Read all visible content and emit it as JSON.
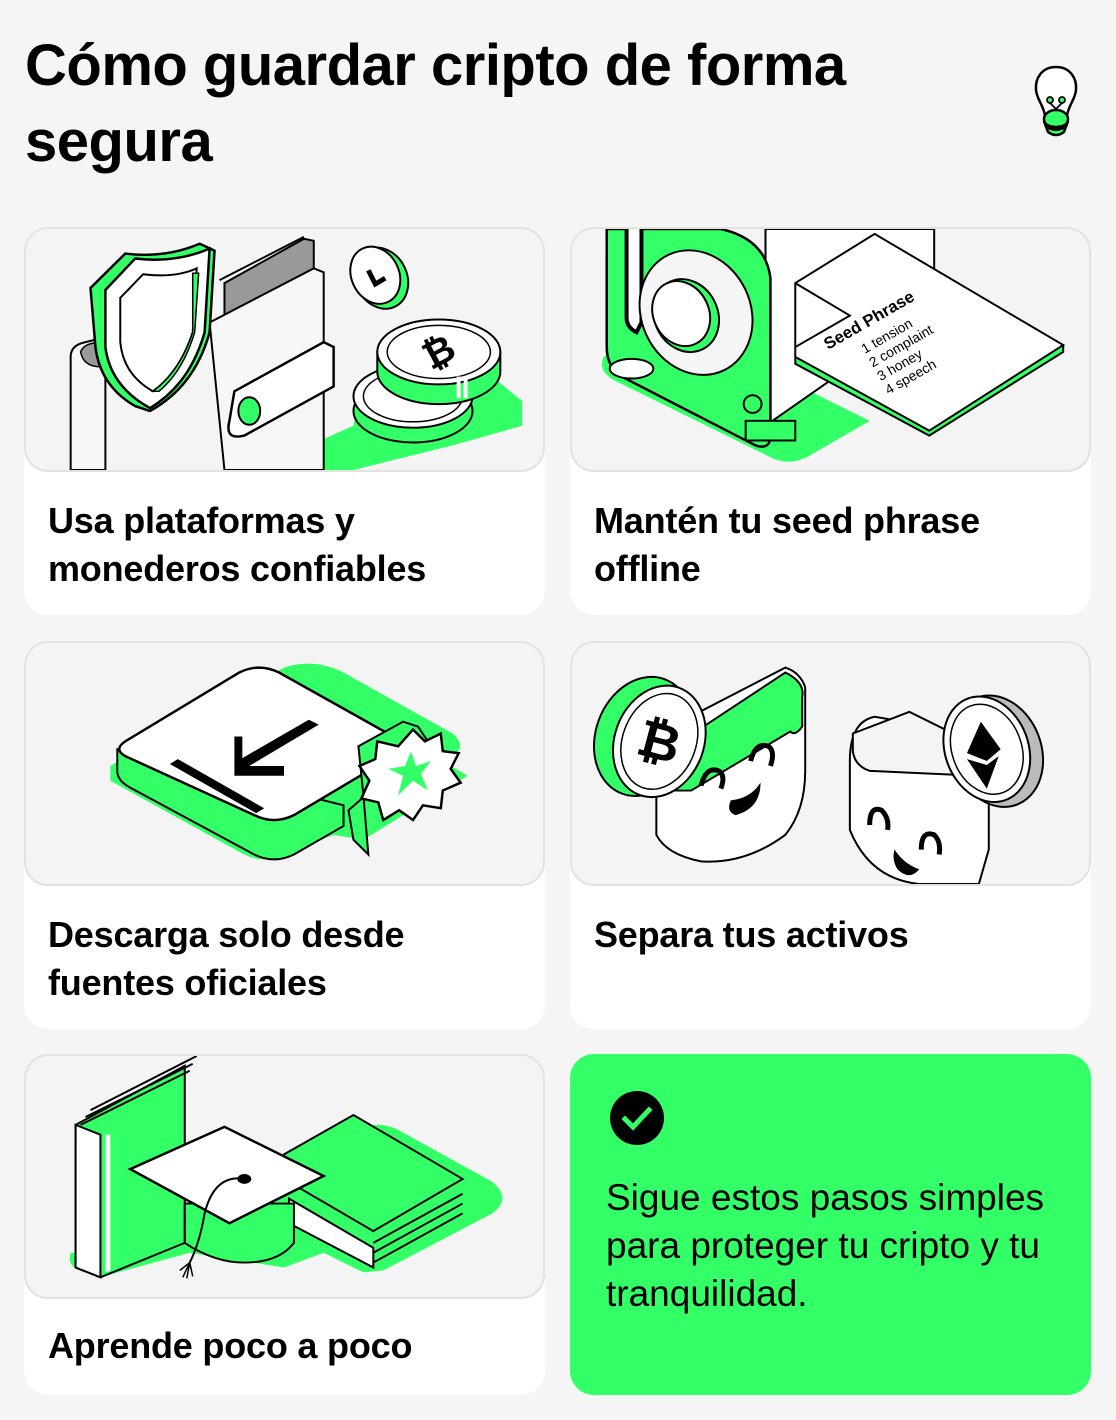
{
  "header": {
    "title": "Cómo guardar cripto de forma segura",
    "logo_icon": "lightbulb-icon"
  },
  "colors": {
    "accent_green": "#33ff66",
    "background": "#f5f5f5",
    "card": "#ffffff",
    "panel": "#f4f4f4",
    "text": "#000000"
  },
  "cards": [
    {
      "label": "Usa plataformas y monederos confiables",
      "illustration": "wallet-shield-bitcoin-coins"
    },
    {
      "label": "Mantén tu seed phrase offline",
      "illustration": "safe-with-seed-phrase-card",
      "seed_card": {
        "title": "Seed Phrase",
        "words": [
          "1 tension",
          "2 complaint",
          "3 honey",
          "4 speech"
        ]
      }
    },
    {
      "label": "Descarga solo desde fuentes oficiales",
      "illustration": "download-button-verified-badge"
    },
    {
      "label": "Separa tus activos",
      "illustration": "bitcoin-and-ethereum-characters"
    },
    {
      "label": "Aprende poco a poco",
      "illustration": "books-graduation-cap"
    }
  ],
  "summary": {
    "icon": "check-circle-icon",
    "text": "Sigue estos pasos simples para proteger tu cripto y tu tranquilidad."
  }
}
